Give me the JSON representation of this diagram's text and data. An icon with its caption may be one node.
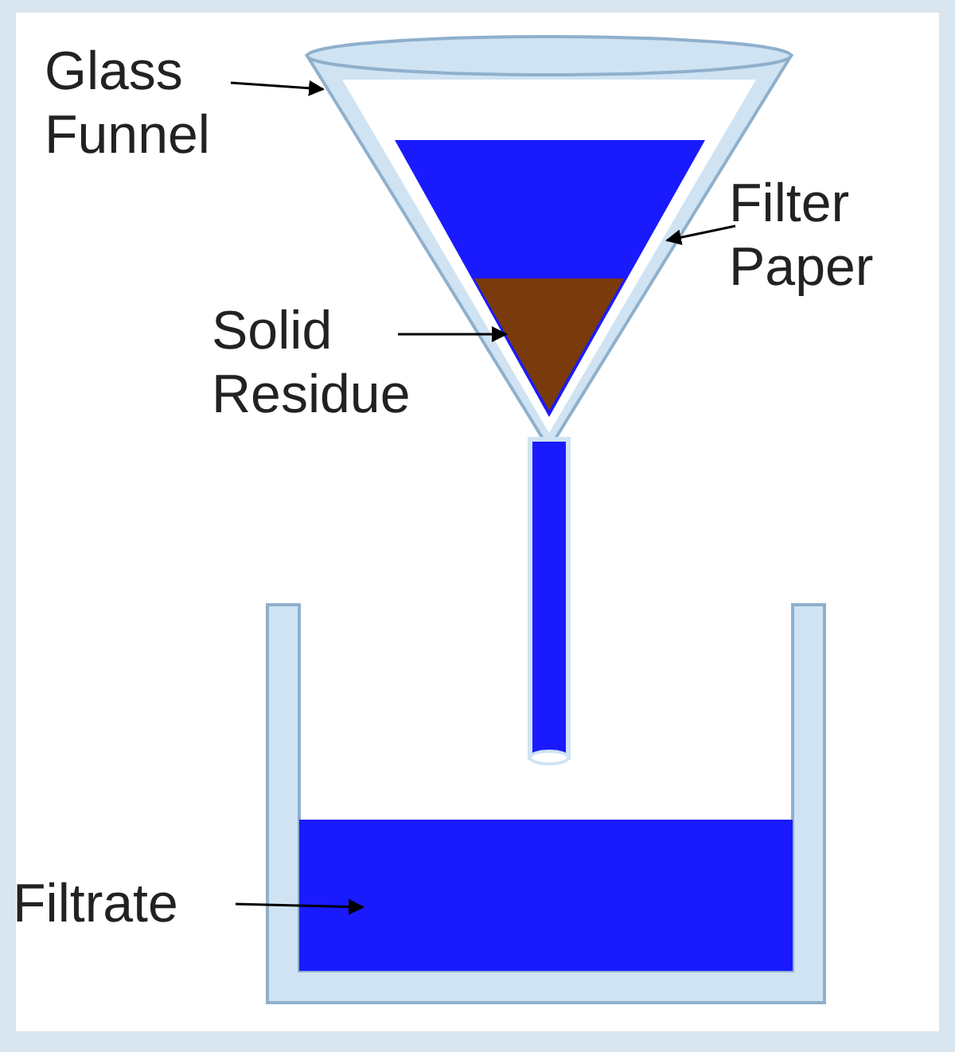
{
  "diagram": {
    "nodes": [
      {
        "text": [
          "Glass Funnel"
        ]
      },
      {
        "text": [],
        "shape": "cone"
      },
      {
        "text": [
          "Filter Paper"
        ]
      },
      {
        "text": [],
        "shape": "triangle",
        "in": 1
      },
      {
        "text": [
          "Solid Residue"
        ]
      },
      {
        "text": [],
        "shape": "triangle",
        "in": 3
      },
      {
        "text": [
          "Filtrate"
        ]
      },
      {
        "text": [],
        "shape": "box"
      }
    ],
    "edges": [
      {
        "from": 0,
        "to": 1,
        "arrow": "to"
      },
      {
        "from": 2,
        "to": 3,
        "arrow": "to"
      },
      {
        "from": 4,
        "to": 5,
        "arrow": "to"
      },
      {
        "from": 6,
        "to": 7,
        "arrow": "to"
      }
    ]
  }
}
